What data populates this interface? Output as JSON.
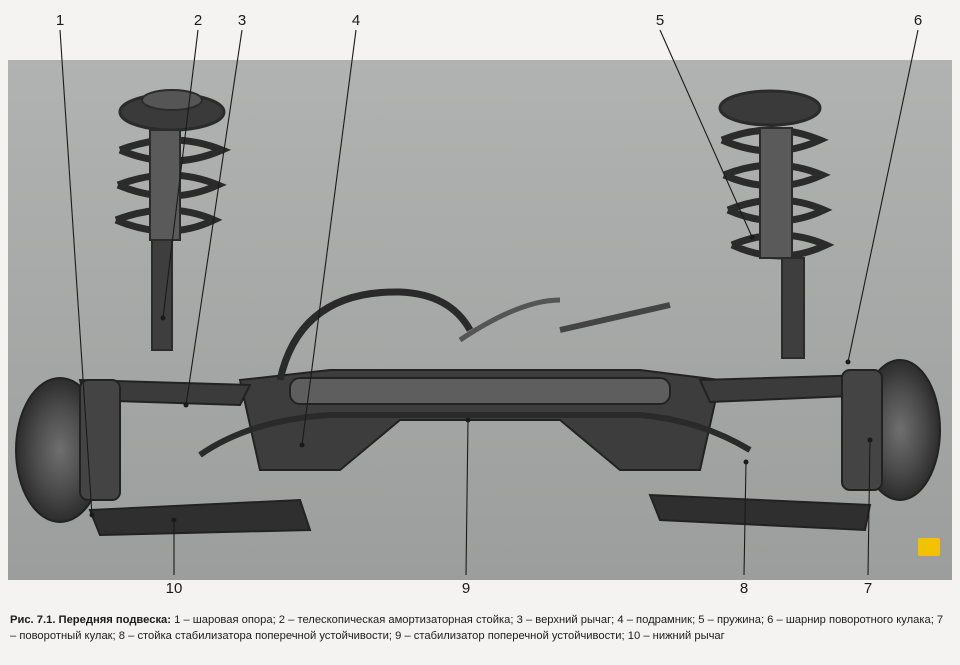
{
  "figure": {
    "background_color": "#a7a9a8",
    "callouts": [
      {
        "id": "c1",
        "label": "1"
      },
      {
        "id": "c2",
        "label": "2"
      },
      {
        "id": "c3",
        "label": "3"
      },
      {
        "id": "c4",
        "label": "4"
      },
      {
        "id": "c5",
        "label": "5"
      },
      {
        "id": "c6",
        "label": "6"
      },
      {
        "id": "c7",
        "label": "7"
      },
      {
        "id": "c8",
        "label": "8"
      },
      {
        "id": "c9",
        "label": "9"
      },
      {
        "id": "c10",
        "label": "10"
      }
    ]
  },
  "caption": {
    "prefix": "Рис. 7.1. Передняя подвеска:",
    "text": " 1 – шаровая опора; 2 – телескопическая амортизаторная стойка; 3 – верхний рычаг; 4 – подрамник; 5 – пружина; 6 – шарнир поворотного кулака; 7 – поворотный кулак; 8 – стойка стабилизатора поперечной устойчивости; 9 – стабилизатор поперечной устойчивости; 10 – нижний рычаг"
  }
}
